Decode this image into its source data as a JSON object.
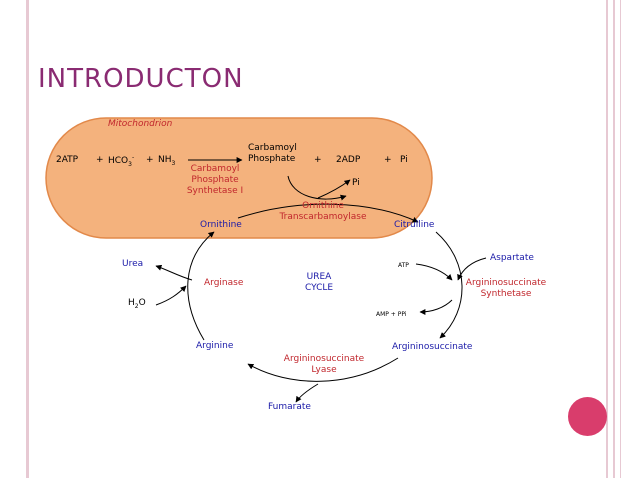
{
  "slide": {
    "title": "INTRODUCTON"
  },
  "diagram": {
    "mitochondrion_label": "Mitochondrion",
    "reactants": {
      "atp": "2ATP",
      "plus1": "+",
      "hco3": "HCO",
      "hco3_sub": "3",
      "hco3_sup": "-",
      "plus2": "+",
      "nh3": "NH",
      "nh3_sub": "3"
    },
    "carbamoyl_phosphate": [
      "Carbamoyl",
      "Phosphate"
    ],
    "products": {
      "plus3": "+",
      "adp": "2ADP",
      "plus4": "+",
      "pi": "Pi"
    },
    "cps1_enzyme": [
      "Carbamoyl",
      "Phosphate",
      "Synthetase I"
    ],
    "pi_release": "Pi",
    "otc_enzyme": [
      "Ornithine",
      "Transcarbamoylase"
    ],
    "ornithine": "Ornithine",
    "citrulline": "Citrulline",
    "urea": "Urea",
    "arginase": "Arginase",
    "h2o": "H",
    "h2o_sub": "2",
    "h2o_o": "O",
    "cycle_label": [
      "UREA",
      "CYCLE"
    ],
    "atp_small": "ATP",
    "aspartate": "Aspartate",
    "as_synthetase": [
      "Argininosuccinate",
      "Synthetase"
    ],
    "amp_pi": "AMP + PPi",
    "arginine": "Arginine",
    "argininosuccinate": "Argininosuccinate",
    "as_lyase": [
      "Argininosuccinate",
      "Lyase"
    ],
    "fumarate": "Fumarate"
  },
  "colors": {
    "title": "#8a2b72",
    "mito_fill": "#f4b27d",
    "mito_stroke": "#e2894a",
    "enzyme_text": "#c1272d",
    "metabolite_text": "#1a1aa8",
    "decor_circle": "#d93d6c"
  }
}
